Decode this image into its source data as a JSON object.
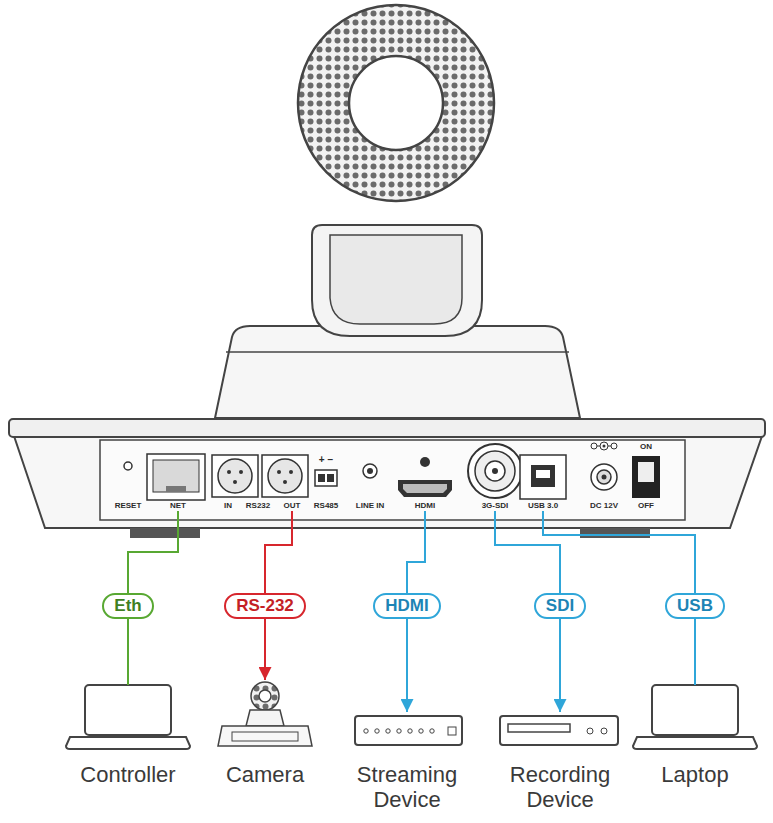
{
  "diagram": {
    "nodes": [
      {
        "text": [
          "NET"
        ]
      },
      {
        "text": [
          "OUT"
        ]
      },
      {
        "text": [
          "HDMI"
        ]
      },
      {
        "text": [
          "3G-SDI"
        ]
      },
      {
        "text": [
          "USB 3.0"
        ]
      },
      {
        "text": [
          "Controller"
        ]
      },
      {
        "text": [
          "Camera"
        ]
      },
      {
        "text": [
          "Streaming Device"
        ]
      },
      {
        "text": [
          "Recording Device"
        ]
      },
      {
        "text": [
          "Laptop"
        ]
      }
    ],
    "edges": [
      {
        "from": 0,
        "to": 5,
        "label": "Eth",
        "arrow": "none"
      },
      {
        "from": 1,
        "to": 6,
        "label": "RS-232",
        "arrow": "to"
      },
      {
        "from": 2,
        "to": 7,
        "label": "HDMI",
        "arrow": "to"
      },
      {
        "from": 3,
        "to": 8,
        "label": "SDI",
        "arrow": "to"
      },
      {
        "from": 4,
        "to": 9,
        "label": "USB",
        "arrow": "none"
      }
    ],
    "labels": [
      "RESET",
      "IN",
      "RS232",
      "+ −",
      "RS485",
      "LINE IN",
      "DC 12V",
      "ON",
      "OFF"
    ]
  }
}
